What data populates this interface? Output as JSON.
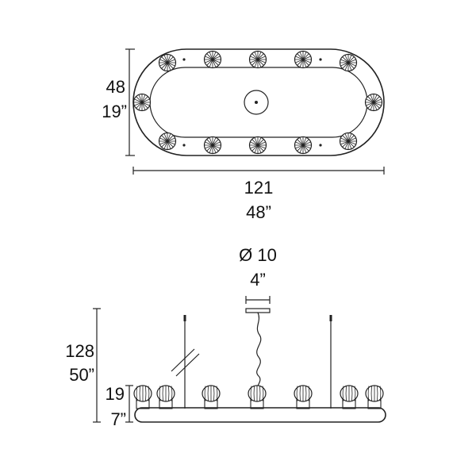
{
  "top_view": {
    "height_cm": "48",
    "height_in": "19”",
    "width_cm": "121",
    "width_in": "48”"
  },
  "side_view": {
    "canopy_diameter_cm": "Ø 10",
    "canopy_diameter_in": "4”",
    "total_height_cm": "128",
    "total_height_in": "50”",
    "body_height_cm": "19",
    "body_height_in": "7”"
  }
}
